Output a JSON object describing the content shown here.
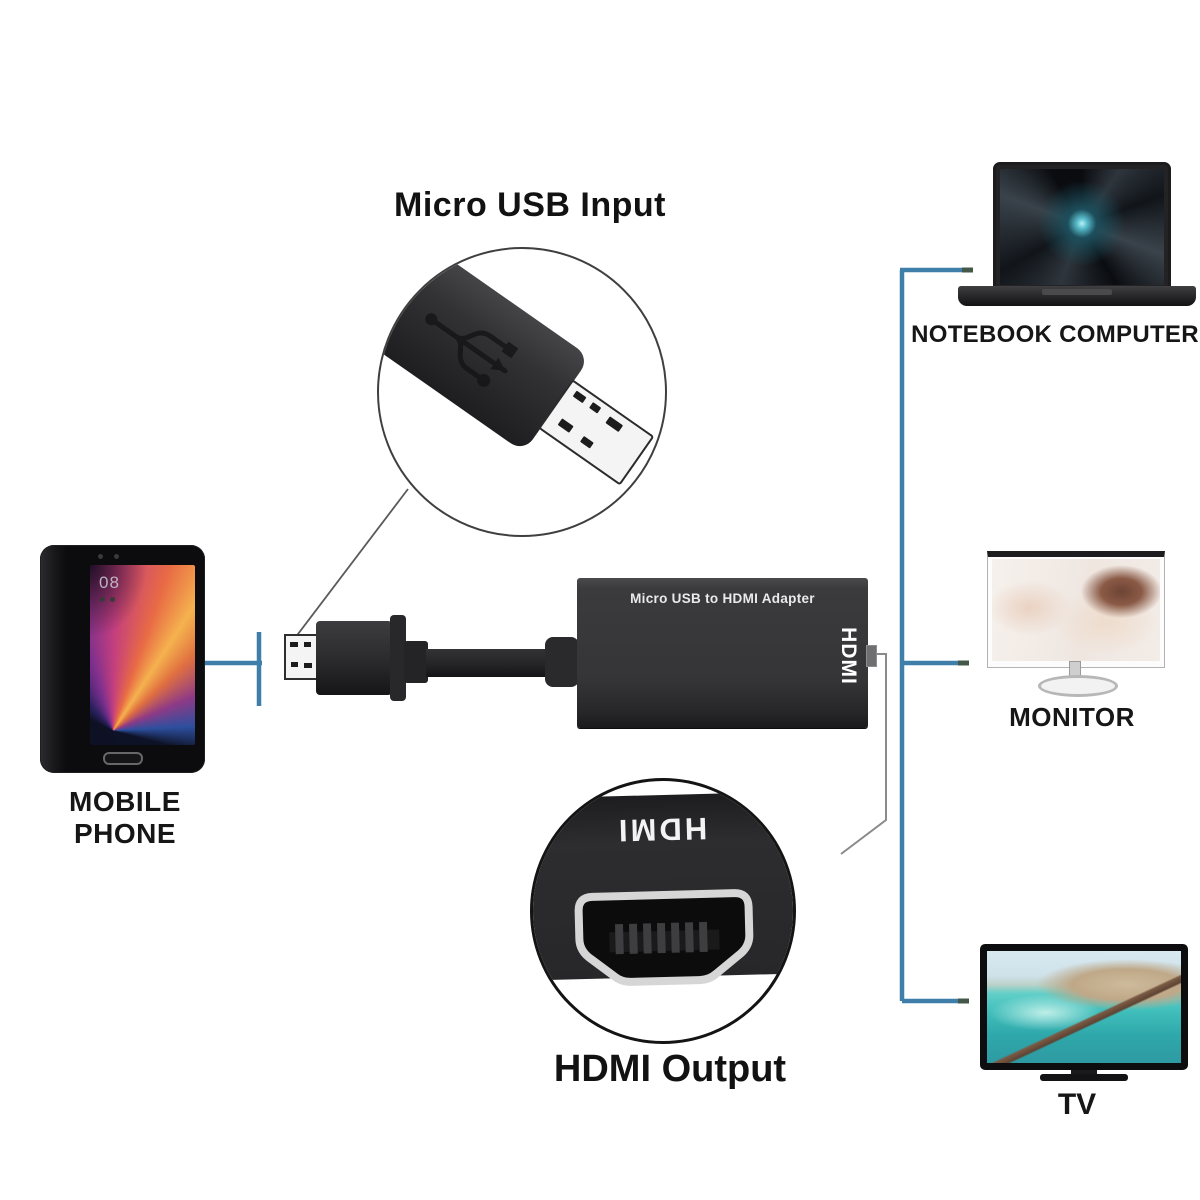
{
  "page": {
    "background": "#ffffff"
  },
  "callouts": {
    "micro_usb": {
      "title": "Micro USB Input"
    },
    "hdmi": {
      "connector_text": "HDMI",
      "caption": "HDMI Output"
    }
  },
  "adapter": {
    "label": "Micro USB to HDMI Adapter",
    "side_text": "HDMI"
  },
  "devices": {
    "phone": {
      "label": "MOBILE PHONE",
      "screen_clock": "08"
    },
    "notebook": {
      "label": "NOTEBOOK COMPUTER"
    },
    "monitor": {
      "label": "MONITOR"
    },
    "tv": {
      "label": "TV"
    }
  },
  "colors": {
    "connection_line": "#3e7ea9",
    "connection_line_tip": "#44584a",
    "callout_leader_line": "#8a8a8a",
    "adapter_body": "#353537",
    "label_text": "#161616"
  },
  "icons": {
    "usb_trident_icon": "embossed usb trident shape",
    "hdmi_port_icon": "hdmi female port outline"
  }
}
